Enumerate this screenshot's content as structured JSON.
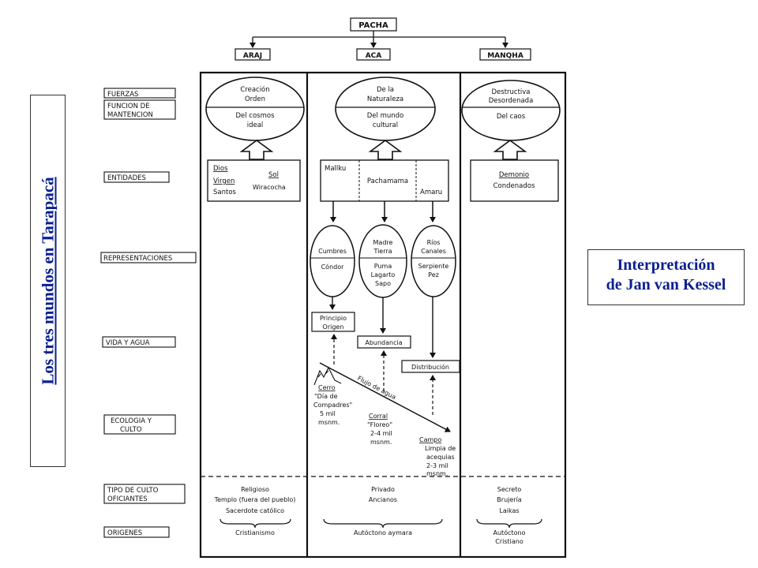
{
  "side_title": "Los tres mundos en Tarapacá",
  "interpretation": {
    "line1": "Interpretación",
    "line2": "de Jan van Kessel"
  },
  "pacha": "PACHA",
  "worlds": [
    "ARAJ",
    "ACA",
    "MANQHA"
  ],
  "row_labels": {
    "fuerzas": "FUERZAS",
    "funcion_1": "FUNCION DE",
    "funcion_2": "MANTENCION",
    "entidades": "ENTIDADES",
    "representaciones": "REPRESENTACIONES",
    "vida_agua": "VIDA Y AGUA",
    "ecologia_1": "ECOLOGIA Y",
    "ecologia_2": "CULTO",
    "tipo_culto_1": "TIPO DE CULTO",
    "tipo_culto_2": "OFICIANTES",
    "origenes": "ORIGENES"
  },
  "forces": {
    "araj": {
      "top_1": "Creación",
      "top_2": "Orden",
      "bottom_1": "Del cosmos",
      "bottom_2": "ideal"
    },
    "aca": {
      "top_1": "De la",
      "top_2": "Naturaleza",
      "bottom_1": "Del mundo",
      "bottom_2": "cultural"
    },
    "manqha": {
      "top_1": "Destructiva",
      "top_2": "Desordenada",
      "bottom_1": "Del caos"
    }
  },
  "entities": {
    "araj": {
      "dios": "Dios",
      "virgen": "Virgen",
      "santos": "Santos",
      "sol": "Sol",
      "wiracocha": "Wiracocha"
    },
    "aca": {
      "mallku": "Mallku",
      "pachamama": "Pachamama",
      "amaru": "Amaru"
    },
    "manqha": {
      "demonio": "Demonio",
      "condenados": "Condenados"
    }
  },
  "representations": {
    "left": {
      "top": "Cumbres",
      "bottom": "Cóndor"
    },
    "middle": {
      "top_1": "Madre",
      "top_2": "Tierra",
      "bottom_1": "Puma",
      "bottom_2": "Lagarto",
      "bottom_3": "Sapo"
    },
    "right": {
      "top_1": "Ríos",
      "top_2": "Canales",
      "bottom_1": "Serpiente",
      "bottom_2": "Pez"
    }
  },
  "life_water": {
    "principio_1": "Principio",
    "principio_2": "Origen",
    "abundancia": "Abundancia",
    "distribucion": "Distribución",
    "flujo": "Flujo de agua"
  },
  "ecology": {
    "cerro": {
      "name": "Cerro",
      "l1": "\"Día de",
      "l2": "Compadres\"",
      "l3": "5 mil",
      "l4": "msnm."
    },
    "corral": {
      "name": "Corral",
      "l1": "\"Floreo\"",
      "l2": "2-4 mil",
      "l3": "msnm."
    },
    "campo": {
      "name": "Campo",
      "l1": "Limpia de",
      "l2": "acequias",
      "l3": "2-3 mil",
      "l4": "msnm."
    }
  },
  "cult": {
    "araj": {
      "type": "Religioso",
      "place": "Templo (fuera del pueblo)",
      "officiant": "Sacerdote católico"
    },
    "aca": {
      "type": "Privado",
      "officiant": "Ancianos"
    },
    "manqha": {
      "type": "Secreto",
      "place": "Brujería",
      "officiant": "Laikas"
    }
  },
  "origins": {
    "araj": "Cristianismo",
    "aca": "Autóctono aymara",
    "manqha_1": "Autóctono",
    "manqha_2": "Cristiano"
  }
}
